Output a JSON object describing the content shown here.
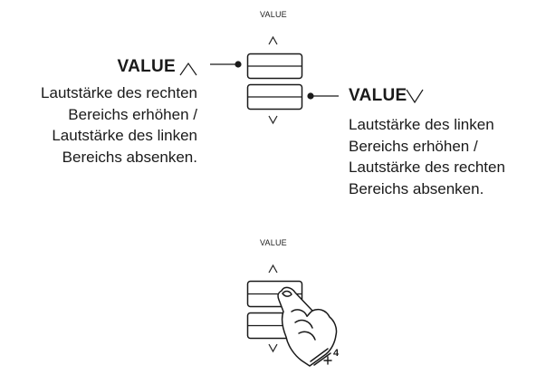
{
  "top_panel": {
    "label": "VALUE"
  },
  "bottom_panel": {
    "label": "VALUE"
  },
  "callout_up": {
    "title": "VALUE",
    "lines": [
      "Lautstärke des rechten",
      "Bereichs erhöhen /",
      "Lautstärke des linken",
      "Bereichs absenken."
    ]
  },
  "callout_down": {
    "title": "VALUE",
    "lines": [
      "Lautstärke des linken",
      "Bereichs erhöhen /",
      "Lautstärke des rechten",
      "Bereichs absenken."
    ]
  },
  "finger_number": "4",
  "icons": [
    "up-caret-icon",
    "down-caret-icon",
    "pressing-hand-icon"
  ]
}
